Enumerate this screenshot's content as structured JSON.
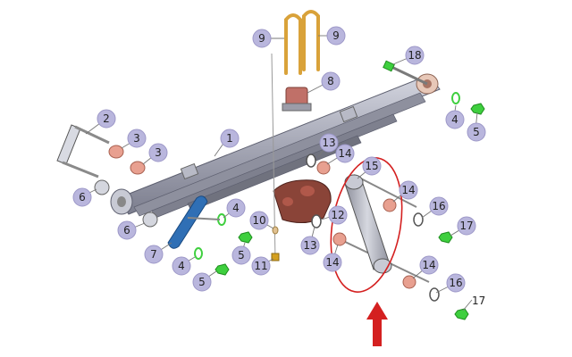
{
  "diagram": {
    "callouts": [
      {
        "id": "c9a",
        "label": "9"
      },
      {
        "id": "c9b",
        "label": "9"
      },
      {
        "id": "c18",
        "label": "18"
      },
      {
        "id": "c8",
        "label": "8"
      },
      {
        "id": "c2",
        "label": "2"
      },
      {
        "id": "c3a",
        "label": "3"
      },
      {
        "id": "c3b",
        "label": "3"
      },
      {
        "id": "c1",
        "label": "1"
      },
      {
        "id": "c4a",
        "label": "4"
      },
      {
        "id": "c5a",
        "label": "5"
      },
      {
        "id": "c13a",
        "label": "13"
      },
      {
        "id": "c14a",
        "label": "14"
      },
      {
        "id": "c15",
        "label": "15"
      },
      {
        "id": "c6a",
        "label": "6"
      },
      {
        "id": "c14b",
        "label": "14"
      },
      {
        "id": "c16a",
        "label": "16"
      },
      {
        "id": "c17a",
        "label": "17"
      },
      {
        "id": "c12",
        "label": "12"
      },
      {
        "id": "c4b",
        "label": "4"
      },
      {
        "id": "c10",
        "label": "10"
      },
      {
        "id": "c6b",
        "label": "6"
      },
      {
        "id": "c7",
        "label": "7"
      },
      {
        "id": "c13b",
        "label": "13"
      },
      {
        "id": "c5b",
        "label": "5"
      },
      {
        "id": "c11",
        "label": "11"
      },
      {
        "id": "c14c",
        "label": "14"
      },
      {
        "id": "c4c",
        "label": "4"
      },
      {
        "id": "c5c",
        "label": "5"
      },
      {
        "id": "c14d",
        "label": "14"
      },
      {
        "id": "c16b",
        "label": "16"
      }
    ],
    "plain_label": "17",
    "colors": {
      "callout_fill": "#b9b6dd",
      "spring": "#a8aab8",
      "shackle": "#2f6fb5",
      "bracket": "#7a3b30",
      "nut": "#3ecf3e",
      "bushing": "#e8a090",
      "highlight": "#d42020",
      "arrow": "#d42020"
    }
  }
}
